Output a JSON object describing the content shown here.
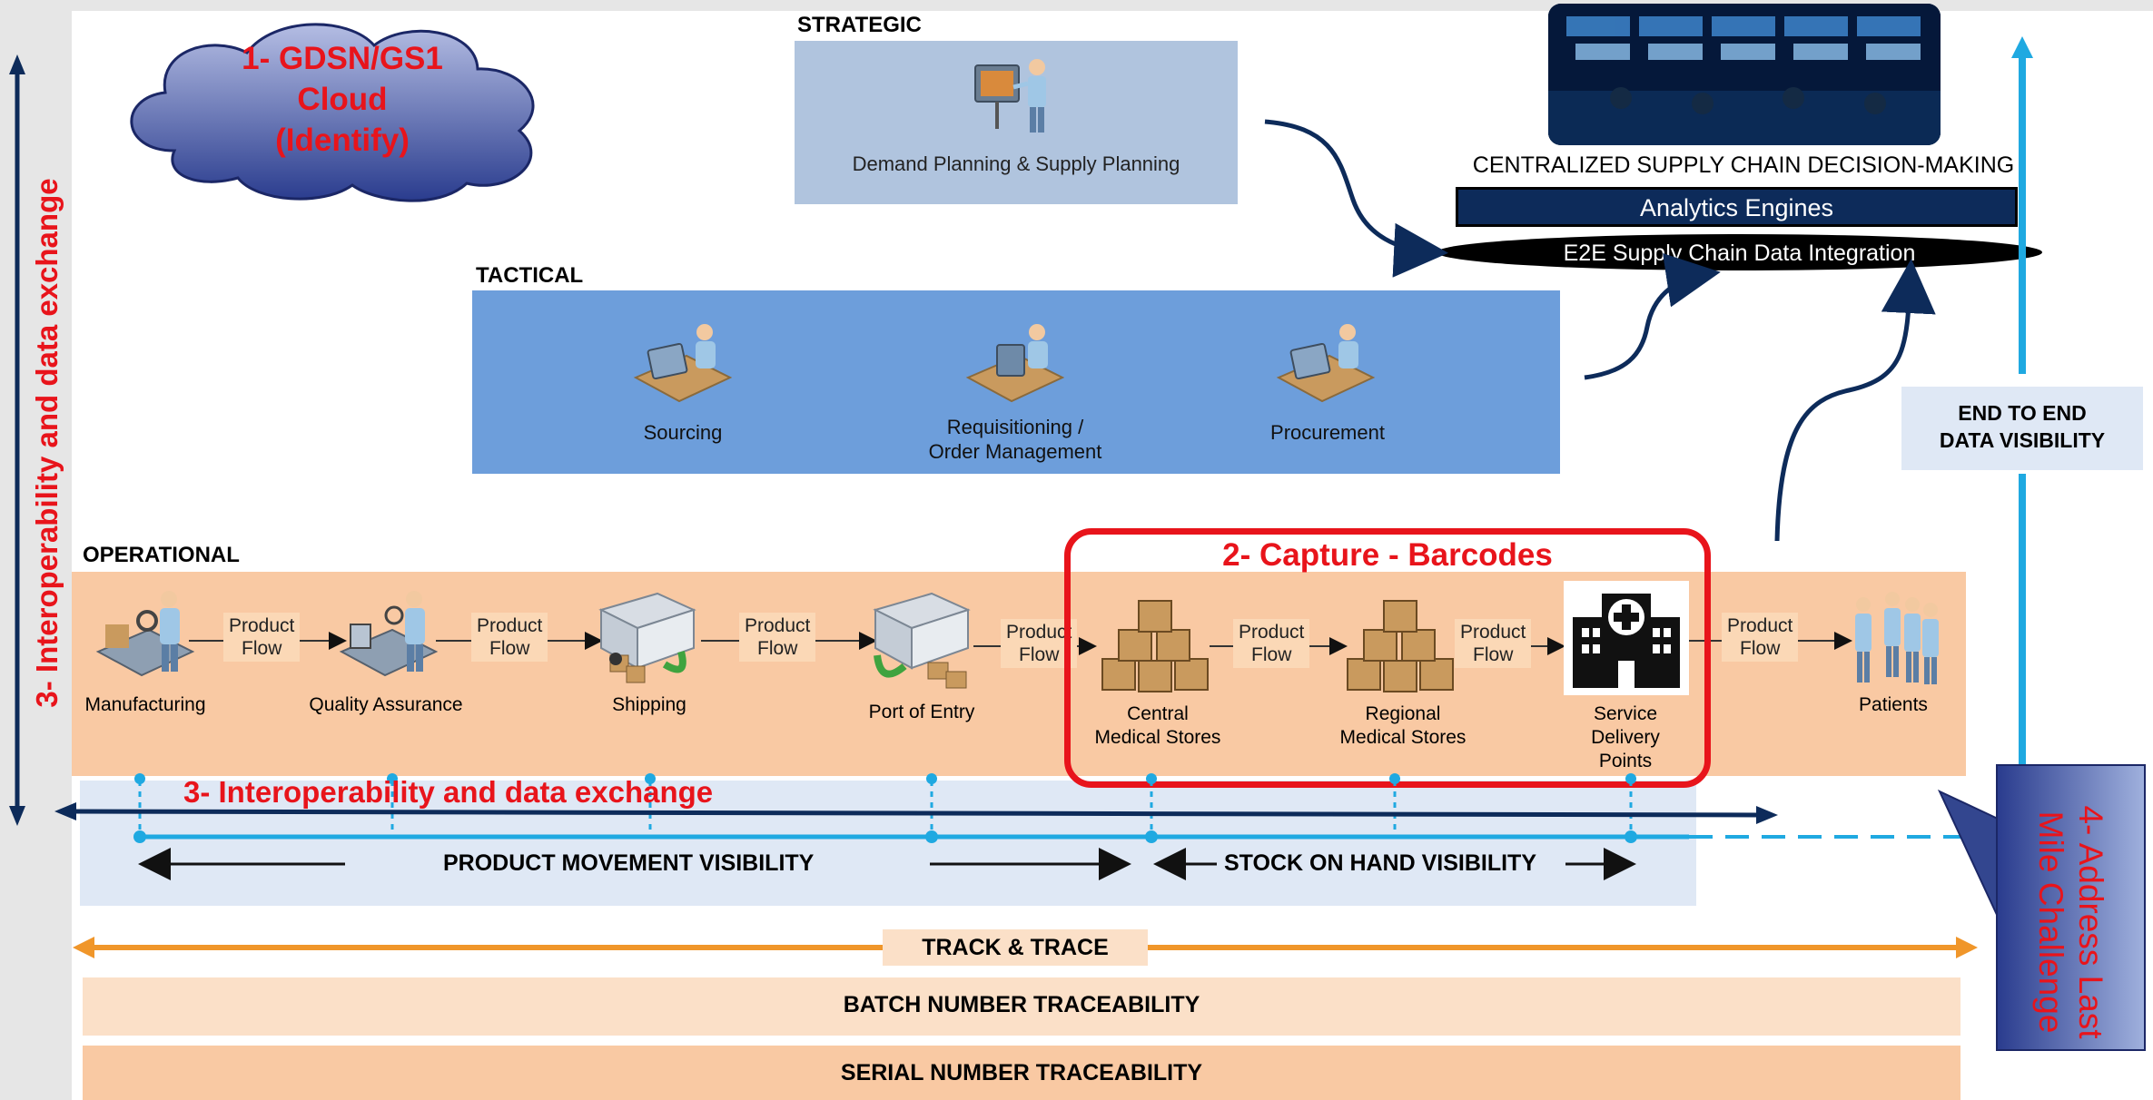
{
  "cloud": {
    "line1": "1- GDSN/GS1",
    "line2": "Cloud",
    "line3": "(Identify)"
  },
  "left_vertical": "3- Interoperability and data exchange",
  "strategic": {
    "heading": "STRATEGIC",
    "item": "Demand Planning & Supply Planning"
  },
  "tactical": {
    "heading": "TACTICAL",
    "items": [
      "Sourcing",
      "Requisitioning /",
      "Order Management",
      "Procurement"
    ]
  },
  "operational": {
    "heading": "OPERATIONAL"
  },
  "decision": {
    "title": "CENTRALIZED SUPPLY CHAIN DECISION-MAKING",
    "analytics": "Analytics Engines",
    "integration": "E2E Supply Chain Data Integration"
  },
  "e2e": {
    "line1": "END TO END",
    "line2": "DATA VISIBILITY"
  },
  "capture": "2- Capture - Barcodes",
  "flow": {
    "product": "Product",
    "flow": "Flow"
  },
  "stages": {
    "manufacturing": "Manufacturing",
    "qa": "Quality Assurance",
    "shipping": "Shipping",
    "port": "Port of Entry",
    "cms1": "Central",
    "cms2": "Medical Stores",
    "rms1": "Regional",
    "rms2": "Medical Stores",
    "sdp1": "Service",
    "sdp2": "Delivery",
    "sdp3": "Points",
    "patients": "Patients"
  },
  "interop_h": "3- Interoperability and data exchange",
  "pmv": "PRODUCT MOVEMENT VISIBILITY",
  "sohv": "STOCK ON HAND VISIBILITY",
  "track": "TRACK & TRACE",
  "batch": "BATCH NUMBER TRACEABILITY",
  "serial": "SERIAL NUMBER TRACEABILITY",
  "last_mile": {
    "line1": "4- Address Last",
    "line2": "Mile Challenge"
  },
  "colors": {
    "red": "#e8141b",
    "navy": "#0d2b5a",
    "cyan": "#1fa9e1",
    "orange": "#f0962a",
    "peach": "#f9c9a3",
    "blue_panel": "#6d9edb",
    "strategic_panel": "#b0c4de"
  }
}
